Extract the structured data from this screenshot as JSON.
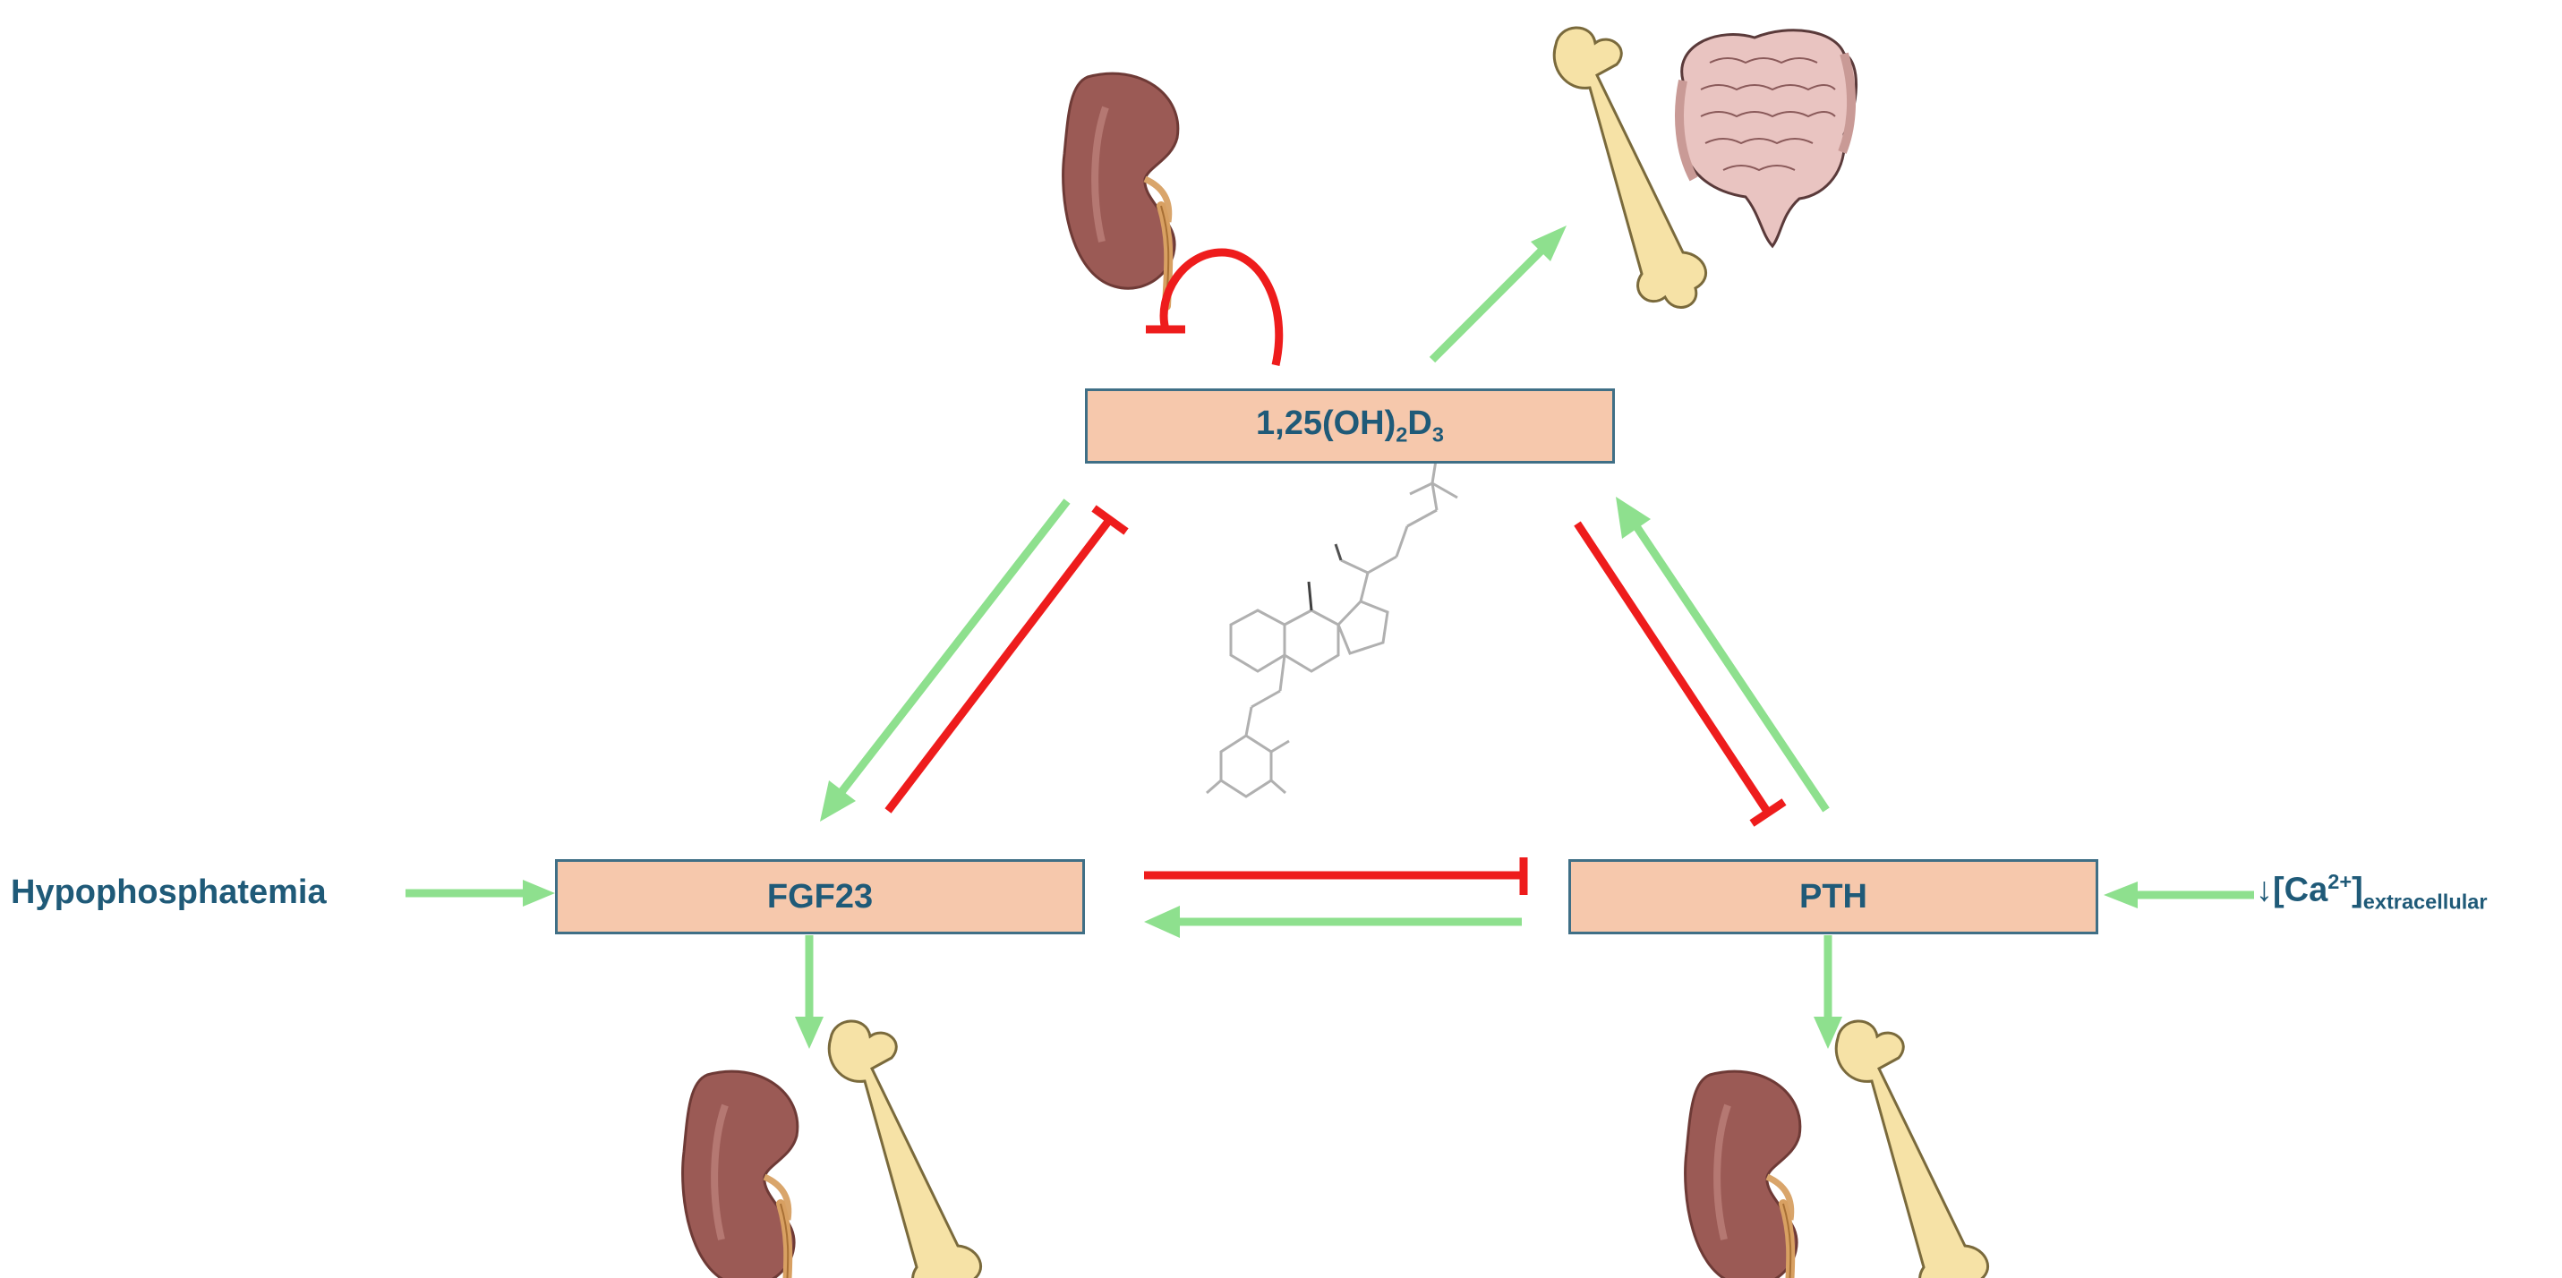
{
  "nodes": {
    "vitd": {
      "base": "1,25(OH)",
      "sub1": "2",
      "mid": "D",
      "sub2": "3"
    },
    "fgf23": {
      "label": "FGF23"
    },
    "pth": {
      "label": "PTH"
    }
  },
  "inputs": {
    "left": {
      "label": "Hypophosphatemia"
    },
    "right": {
      "arrow": "↓",
      "bracket_open": "[Ca",
      "sup": "2+",
      "bracket_close": "]",
      "sub": "extracellular"
    }
  },
  "icons": [
    "kidney-icon",
    "bone-icon",
    "intestine-icon",
    "vitamin-d-structure-icon"
  ],
  "colors": {
    "activation": "#8ee08e",
    "inhibition": "#ee1c1c",
    "box_fill": "#f6c8ac",
    "box_border": "#3f6f86",
    "text": "#1f5a78"
  }
}
